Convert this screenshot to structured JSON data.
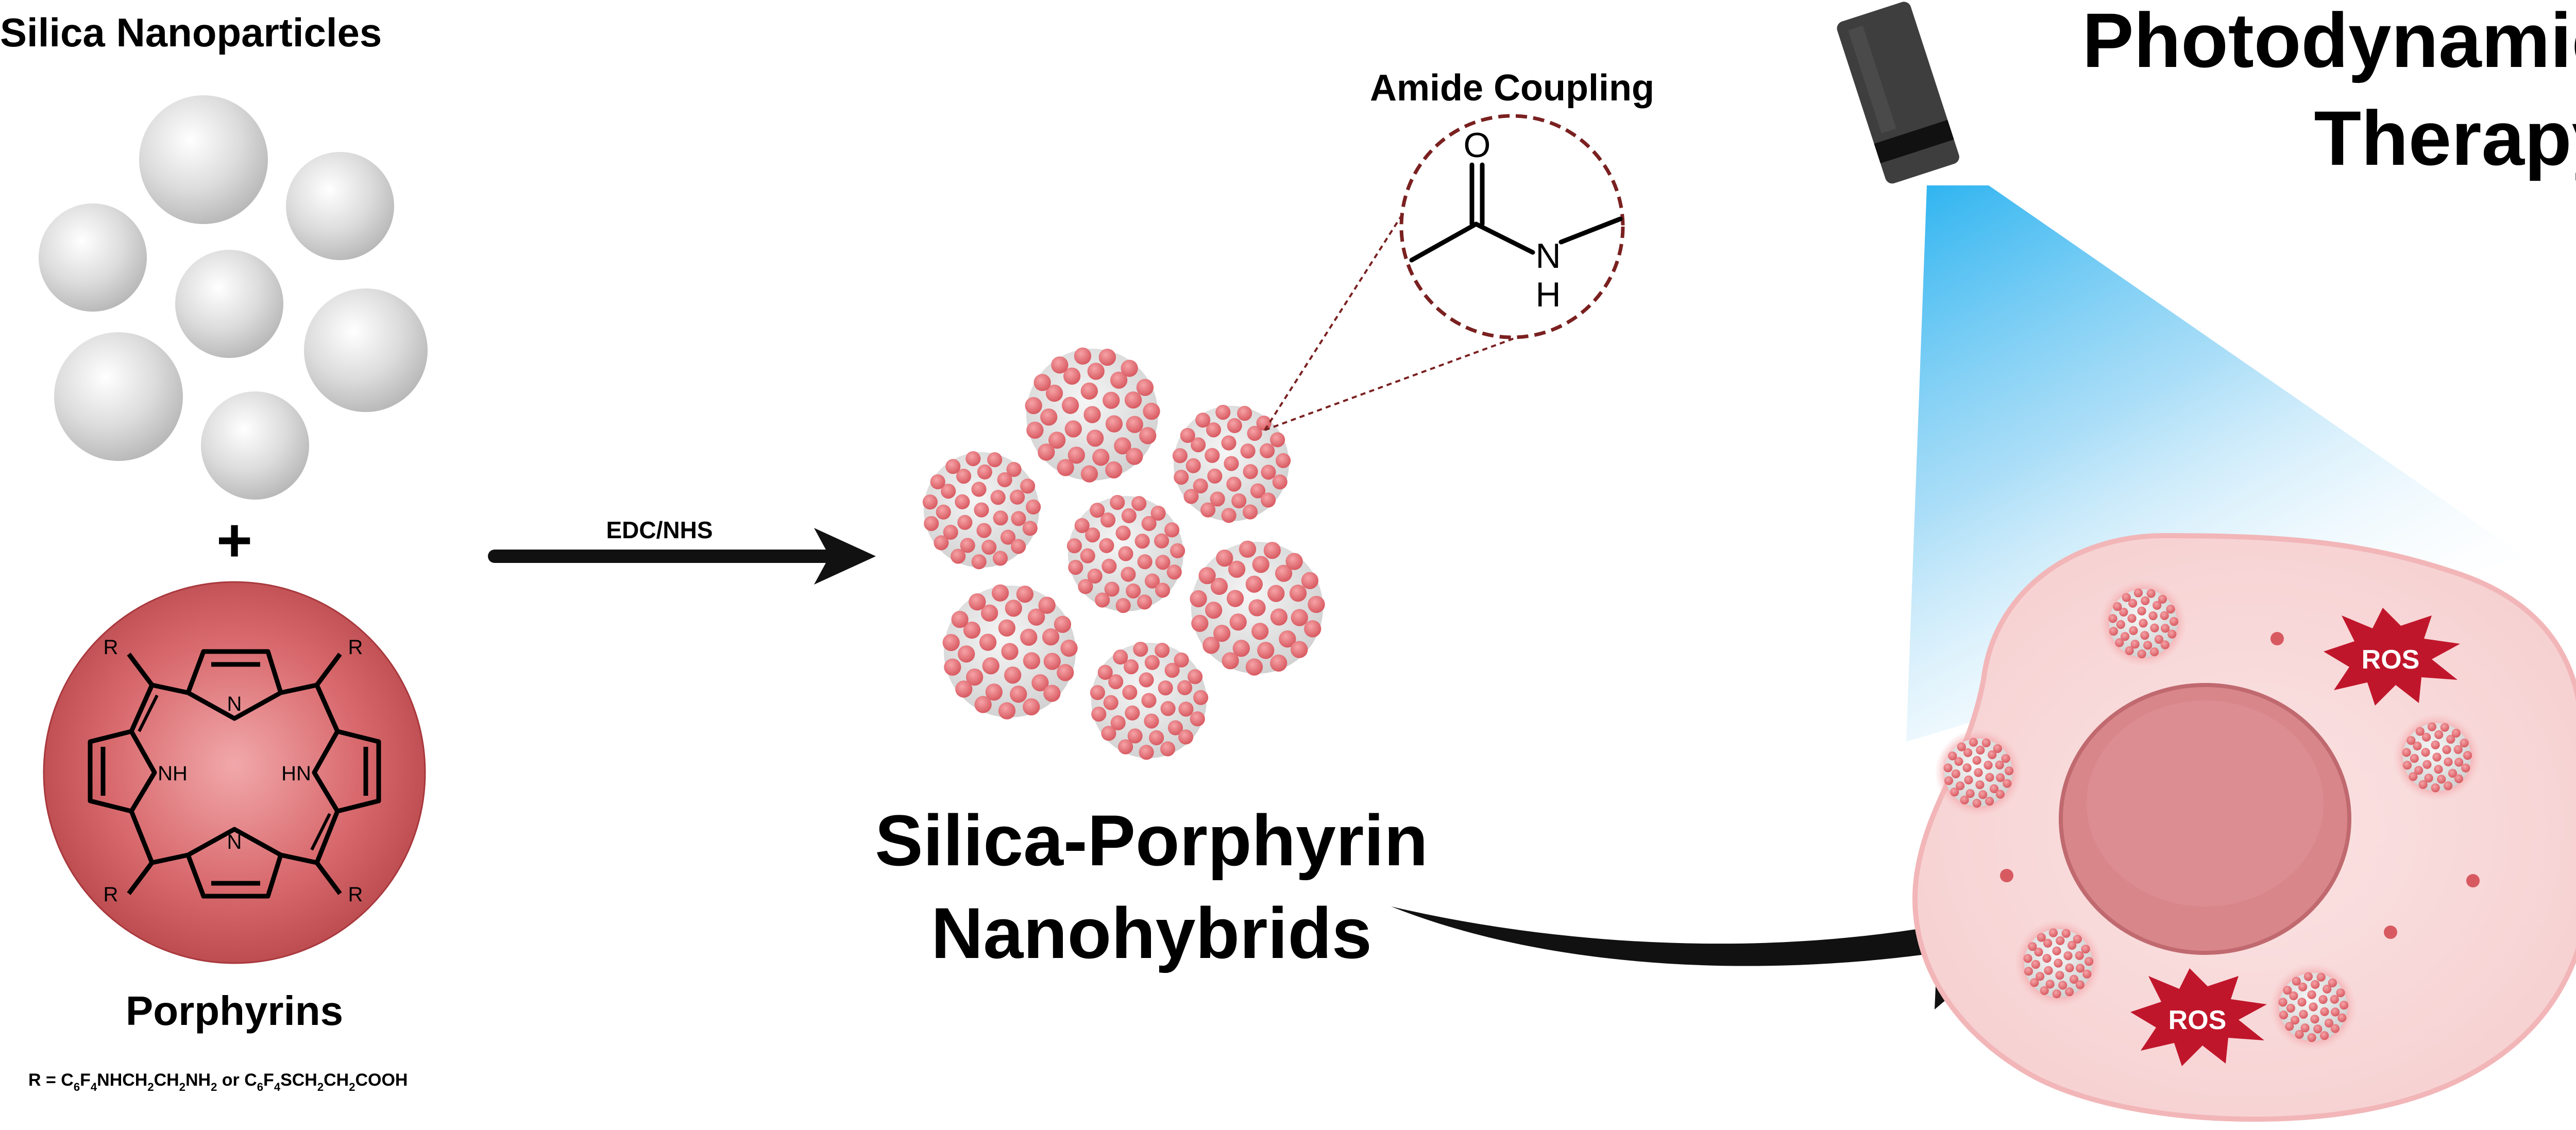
{
  "labels": {
    "silica_title": "Silica Nanoparticles",
    "plus": "+",
    "porphyrins": "Porphyrins",
    "r_prefix": "R = C",
    "r_mid1": "F",
    "r_mid2": "NHCH",
    "r_mid3": "CH",
    "r_mid4": "NH",
    "r_or": " or C",
    "r_mid5": "F",
    "r_mid6": "SCH",
    "r_mid7": "CH",
    "r_end": "COOH",
    "sub6": "6",
    "sub4": "4",
    "sub2": "2",
    "edc": "EDC/NHS",
    "amide_title": "Amide Coupling",
    "amide_o": "O",
    "amide_n": "N",
    "amide_h": "H",
    "hybrid_line1": "Silica-Porphyrin",
    "hybrid_line2": "Nanohybrids",
    "pdt_line1": "Photodynamic",
    "pdt_line2": "Therapy",
    "ros": "ROS",
    "porph_r": "R",
    "porph_n": "N",
    "porph_nh": "NH",
    "porph_hn": "HN"
  },
  "colors": {
    "silica_gray": "#d9d9d9",
    "porphyrin_red": "#c8585c",
    "dot_red": "#e06a70",
    "ros_red": "#c0162b",
    "cell_pink": "#f9dddd",
    "nucleus": "#d9868b",
    "light_blue": "#2bb3f0",
    "amide_ring": "#7a2020"
  },
  "icons": {
    "light_source": "lamp-icon",
    "ros_burst": "burst-icon"
  }
}
